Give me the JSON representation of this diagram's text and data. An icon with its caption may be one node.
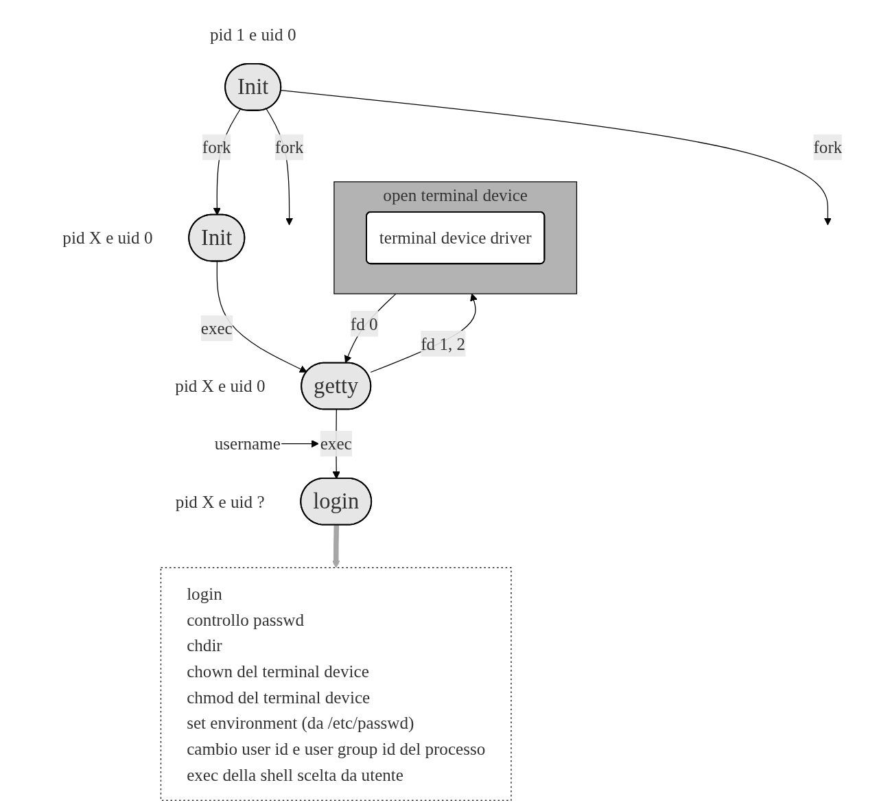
{
  "diagram": {
    "nodes": [
      {
        "text": [
          "Init"
        ],
        "beside": [
          "pid 1 e uid 0"
        ]
      },
      {
        "text": [
          "Init"
        ],
        "beside": [
          "pid X e uid 0"
        ]
      },
      {
        "text": [
          "getty"
        ],
        "beside": [
          "pid X e uid 0"
        ]
      },
      {
        "text": [
          "login"
        ],
        "beside": [
          "pid X e uid ?"
        ]
      },
      {
        "text": [
          "open terminal device"
        ]
      },
      {
        "text": [
          "terminal device driver"
        ],
        "in": 4
      },
      {
        "text": [
          "login",
          "controllo passwd",
          "chdir",
          "chown del terminal device",
          "chmod del terminal device",
          "set environment (da /etc/passwd)",
          "cambio user id e user group id del processo",
          "exec della shell scelta da utente"
        ]
      },
      {
        "text": [
          "username"
        ]
      }
    ],
    "edges": [
      {
        "from": 0,
        "to": null,
        "arrow": "to",
        "label": "fork"
      },
      {
        "from": 0,
        "to": 1,
        "arrow": "to",
        "label": "fork"
      },
      {
        "from": 0,
        "to": null,
        "arrow": "to",
        "label": "fork"
      },
      {
        "from": 1,
        "to": 2,
        "arrow": "to",
        "label": "exec"
      },
      {
        "from": 2,
        "to": 4,
        "arrow": "to",
        "label": "fd 1, 2"
      },
      {
        "from": 4,
        "to": 2,
        "arrow": "to",
        "label": "fd 0"
      },
      {
        "from": 2,
        "to": 3,
        "arrow": "to",
        "label": "exec"
      },
      {
        "from": 7,
        "to": null,
        "arrow": "to"
      },
      {
        "from": 3,
        "to": 6,
        "arrow": "to",
        "style": "thick",
        "color": "#a6a6a6"
      }
    ]
  }
}
